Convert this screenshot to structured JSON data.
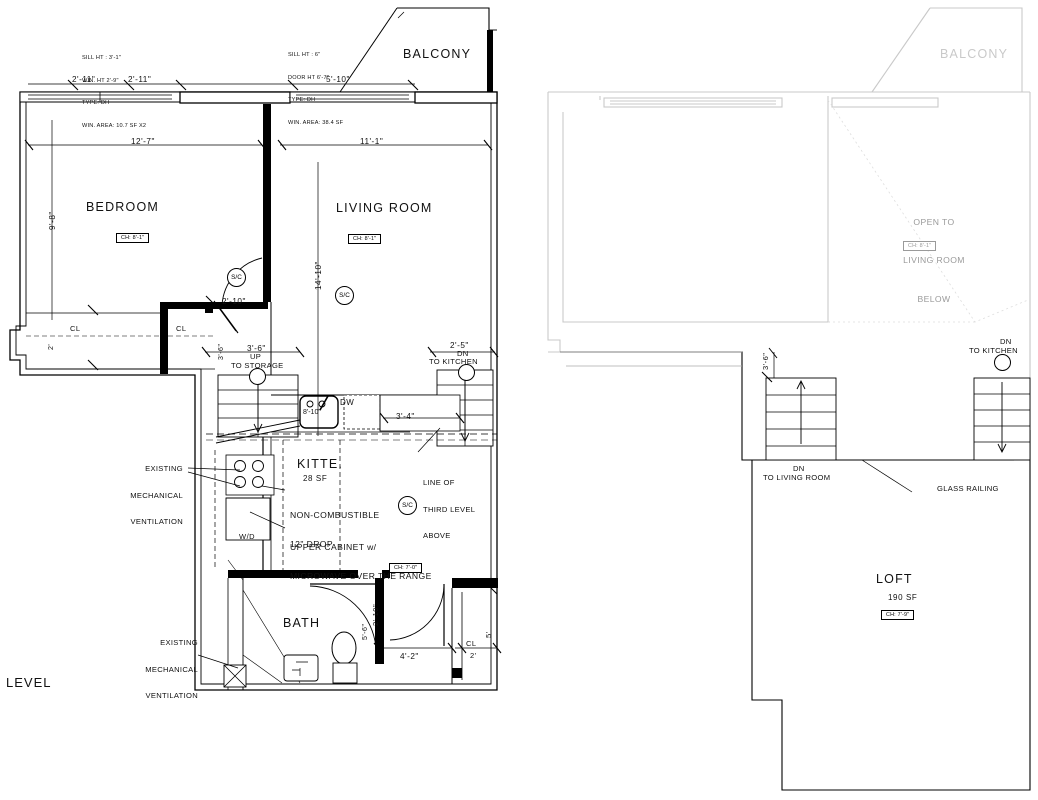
{
  "drawing": {
    "sheet_label": "LEVEL",
    "left_plan": {
      "name": "lower-level-plan",
      "window_notes": [
        {
          "id": "bedroom-window-note",
          "lines": [
            "SILL HT : 3'-1\"",
            "WIN. HT 2'-9\"",
            "TYPE: DH",
            "WIN. AREA: 10.7 SF X2"
          ]
        },
        {
          "id": "living-room-window-note",
          "lines": [
            "SILL HT : 6\"",
            "DOOR HT 6'-7\"",
            "TYPE: DH",
            "WIN. AREA: 38.4 SF"
          ]
        }
      ],
      "rooms": [
        {
          "id": "balcony",
          "label": "BALCONY",
          "area": "",
          "ceiling": ""
        },
        {
          "id": "bedroom",
          "label": "BEDROOM",
          "area": "",
          "ceiling": "CH: 8'-1\""
        },
        {
          "id": "living-room",
          "label": "LIVING ROOM",
          "area": "",
          "ceiling": "CH: 8'-1\""
        },
        {
          "id": "kitchen",
          "label": "KITTE.",
          "area": "28 SF",
          "ceiling": ""
        },
        {
          "id": "bath",
          "label": "BATH",
          "area": "",
          "ceiling": "CH: 7'-0\""
        }
      ],
      "closets": [
        "CL",
        "CL",
        "CL"
      ],
      "appliances": [
        "DW",
        "W/D"
      ],
      "detectors": [
        "S/C",
        "S/C",
        "S/C"
      ],
      "stairs": [
        {
          "id": "stair-to-storage",
          "direction": "UP",
          "destination": "TO STORAGE",
          "width": "3'-6\""
        },
        {
          "id": "stair-to-kitchen",
          "direction": "DN",
          "destination": "TO KITCHEN",
          "width": "2'-5\""
        }
      ],
      "callouts": [
        {
          "id": "mech-vent-kitchen",
          "lines": [
            "EXISTING",
            "MECHANICAL",
            "VENTILATION"
          ]
        },
        {
          "id": "mech-vent-bath",
          "lines": [
            "EXISTING",
            "MECHANICAL",
            "VENTILATION"
          ]
        },
        {
          "id": "non-combustible",
          "lines": [
            "NON-COMBUSTIBLE",
            "12\" DROP"
          ]
        },
        {
          "id": "upper-cabinet",
          "lines": [
            "UPPER CABINET w/",
            "MICROWAVE OVER THE RANGE"
          ]
        },
        {
          "id": "line-of-third-level",
          "lines": [
            "LINE OF",
            "THIRD LEVEL",
            "ABOVE"
          ]
        }
      ],
      "dimensions": {
        "window_top_left_a": "2'-11\"",
        "window_top_left_b": "2'-11\"",
        "window_top_right": "5'-10\"",
        "bedroom_width": "12'-7\"",
        "living_width": "11'-1\"",
        "living_height": "14'-10\"",
        "bedroom_height": "9'-8\"",
        "closet_left_depth": "2'",
        "bedroom_door": "2'-10\"",
        "bedroom_door_leaf": "3'-6\"",
        "stair_storage_width": "3'-6\"",
        "stair_kitchen_width": "2'-5\"",
        "kitchen_sink": "8'-10\"",
        "kitchen_run": "3'-4\"",
        "bath_door": "2'-10\"",
        "bath_depth": "5'-6\"",
        "bath_width": "4'-2\"",
        "closet_bath_a": "2'",
        "closet_bath_b": "5'"
      }
    },
    "right_plan": {
      "name": "loft-level-plan",
      "rooms": [
        {
          "id": "balcony-upper",
          "label": "BALCONY",
          "area": "",
          "ceiling": ""
        },
        {
          "id": "open-to-below",
          "label": "OPEN TO\nLIVING ROOM\nBELOW",
          "area": "",
          "ceiling": "CH: 8'-1\""
        },
        {
          "id": "loft",
          "label": "LOFT",
          "area": "190 SF",
          "ceiling": "CH: 7'-9\""
        }
      ],
      "stairs": [
        {
          "id": "stair-dn-living",
          "direction": "DN",
          "destination": "TO LIVING ROOM",
          "width": "3'-6\""
        },
        {
          "id": "stair-dn-kitchen",
          "direction": "DN",
          "destination": "TO KITCHEN",
          "width": ""
        }
      ],
      "callouts": [
        {
          "id": "glass-railing",
          "lines": [
            "GLASS RAILING"
          ]
        }
      ],
      "dimensions": {
        "stair_width": "3'-6\""
      }
    },
    "colors": {
      "line": "#000000",
      "faded_line": "#c8c8c8",
      "background": "#ffffff"
    }
  }
}
